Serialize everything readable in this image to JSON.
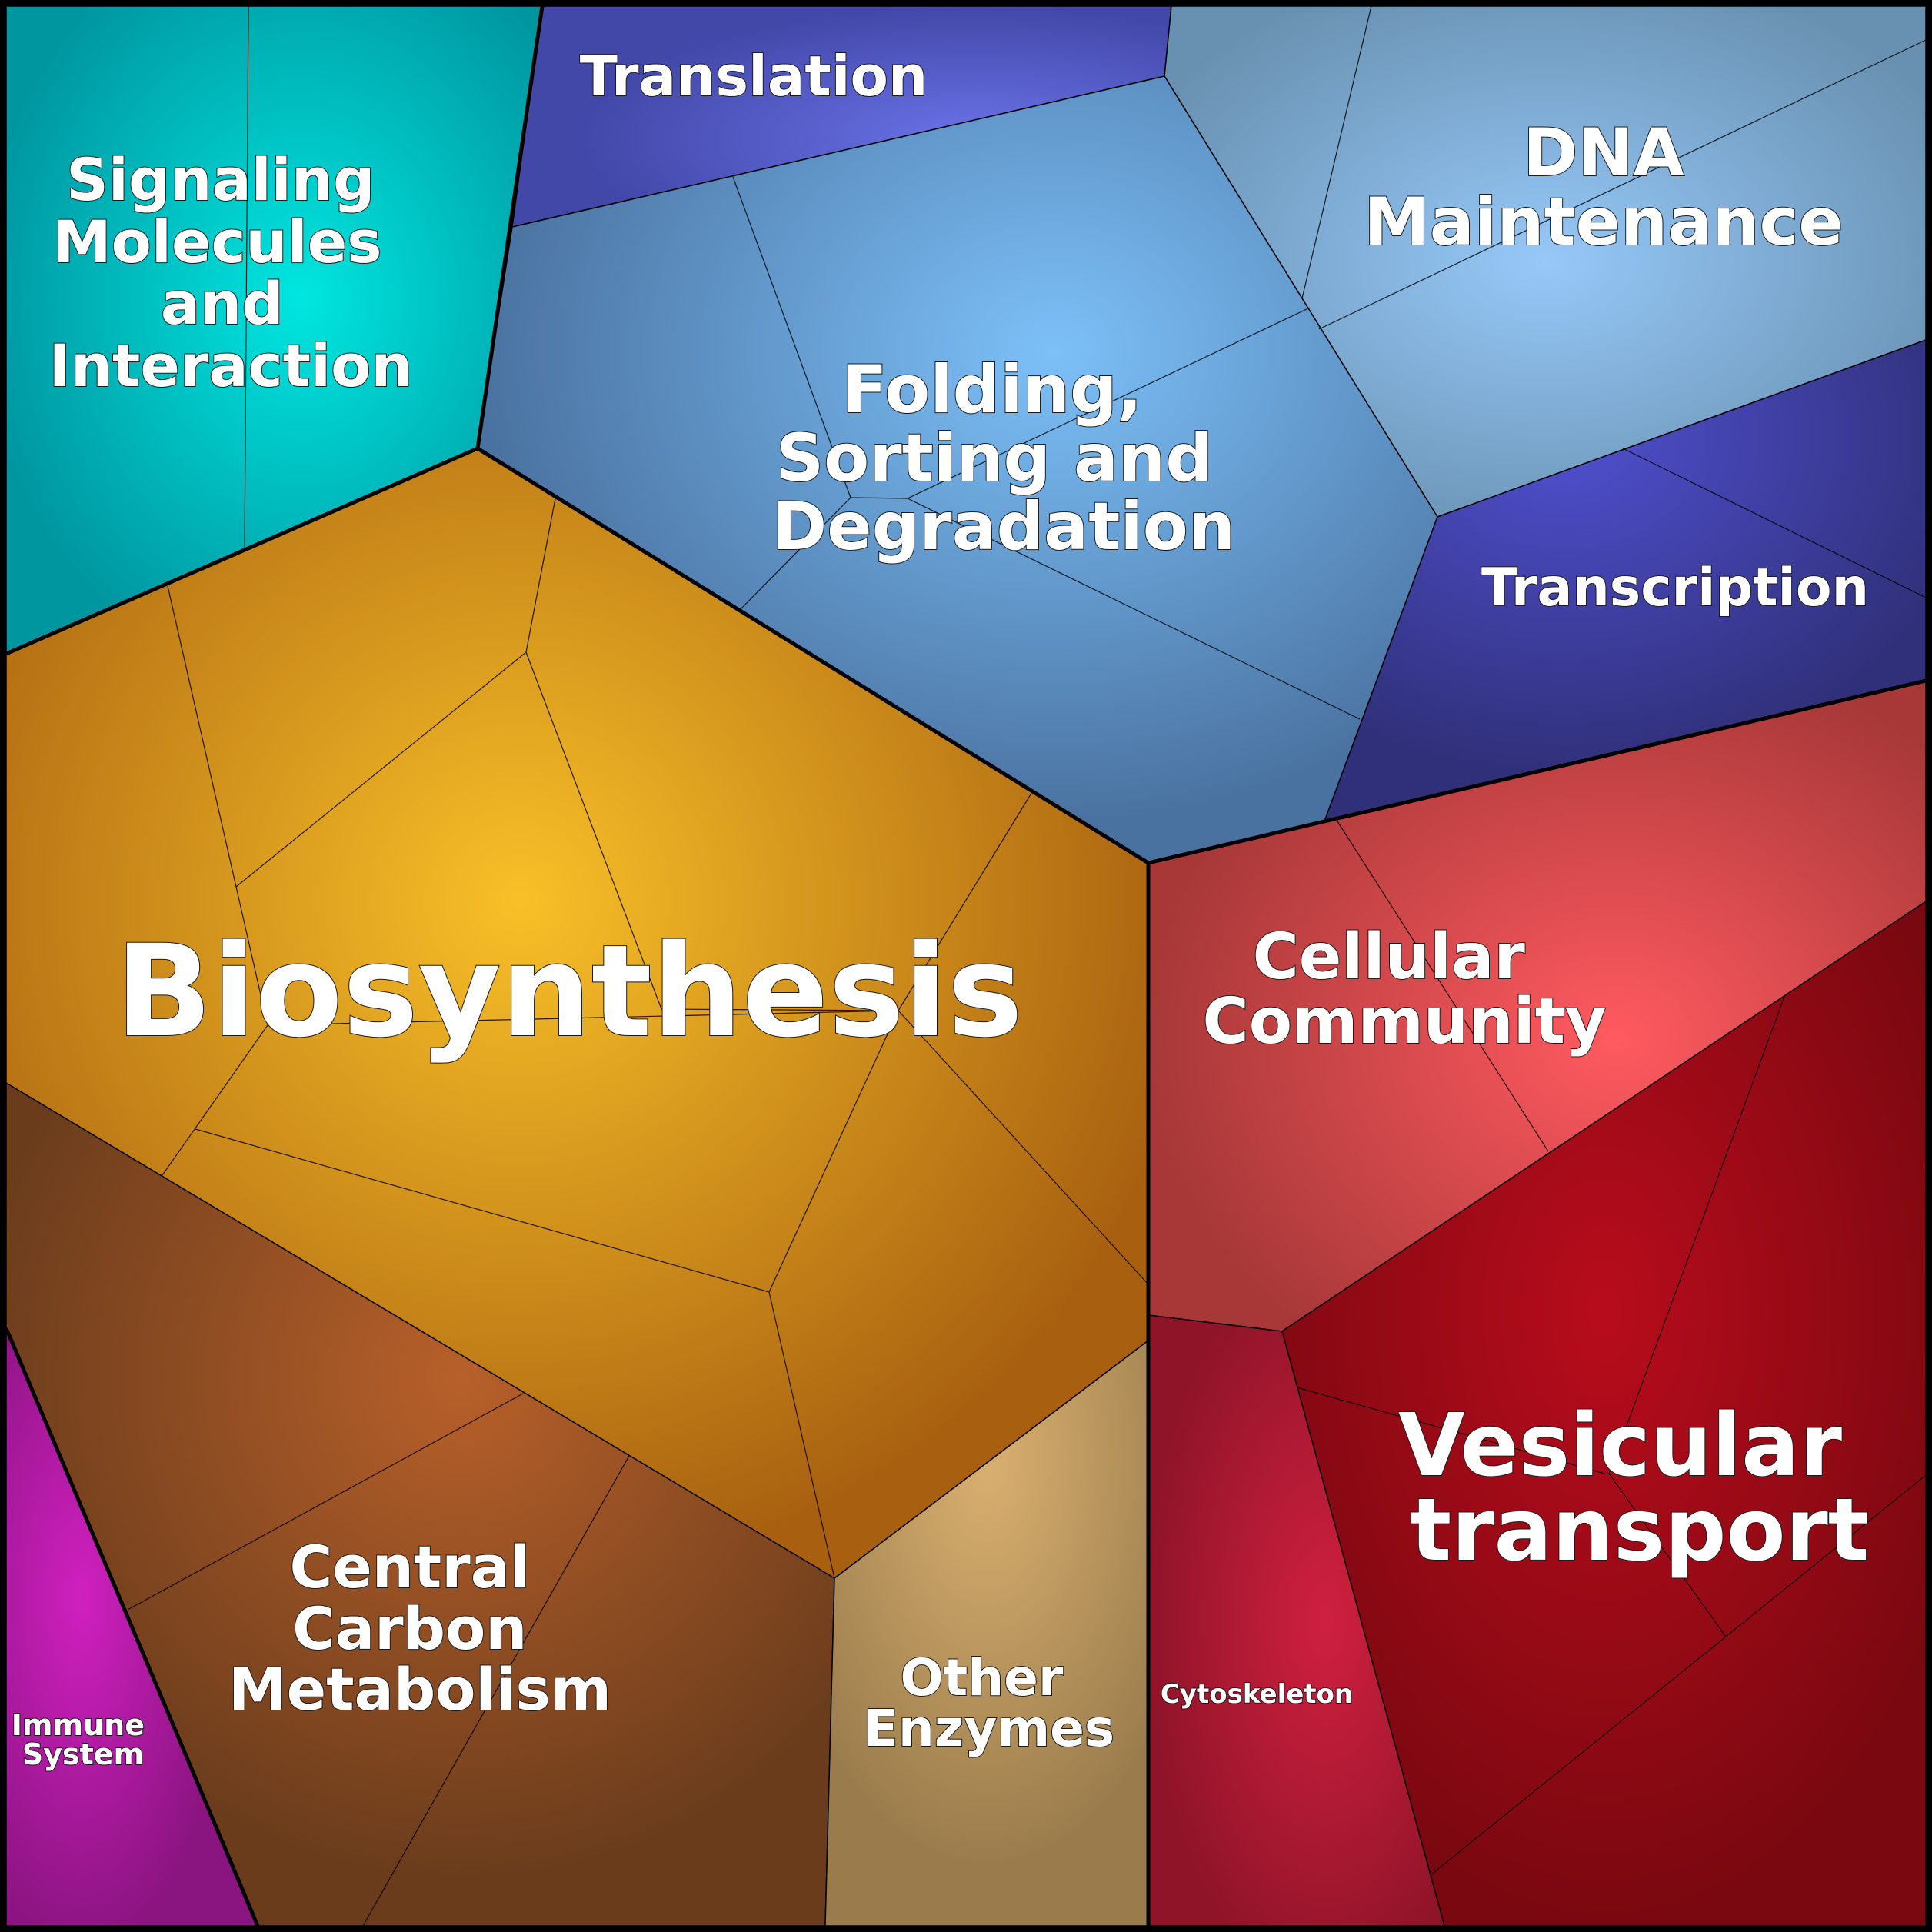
{
  "regions": [
    {
      "key": "signaling",
      "lines": [
        "Signaling",
        "Molecules",
        "and",
        "Interaction"
      ],
      "color": "#00b8b8"
    },
    {
      "key": "translation",
      "lines": [
        "Translation"
      ],
      "color": "#5a62d0"
    },
    {
      "key": "dna",
      "lines": [
        "DNA",
        "Maintenance"
      ],
      "color": "#84b4e0"
    },
    {
      "key": "folding",
      "lines": [
        "Folding,",
        "Sorting and",
        "Degradation"
      ],
      "color": "#6aa2de"
    },
    {
      "key": "transcription",
      "lines": [
        "Transcription"
      ],
      "color": "#3f3fa8"
    },
    {
      "key": "biosynthesis",
      "lines": [
        "Biosynthesis"
      ],
      "color": "#e0a020"
    },
    {
      "key": "cellular",
      "lines": [
        "Cellular",
        "Community"
      ],
      "color": "#d95050"
    },
    {
      "key": "vesicular",
      "lines": [
        "Vesicular",
        "transport"
      ],
      "color": "#a80c1c"
    },
    {
      "key": "central",
      "lines": [
        "Central",
        "Carbon",
        "Metabolism"
      ],
      "color": "#8e4e22"
    },
    {
      "key": "immune",
      "lines": [
        "Immune",
        "System"
      ],
      "color": "#c01cb0"
    },
    {
      "key": "other",
      "lines": [
        "Other",
        "Enzymes"
      ],
      "color": "#c8a060"
    },
    {
      "key": "cytoskeleton",
      "lines": [
        "Cytoskeleton"
      ],
      "color": "#c01c38"
    }
  ]
}
